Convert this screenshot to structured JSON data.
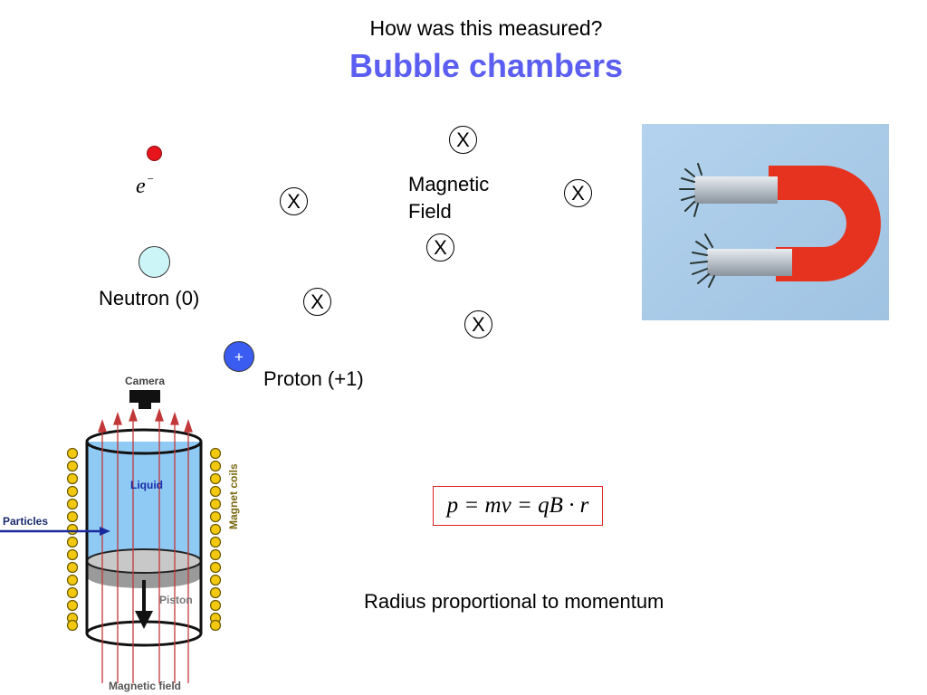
{
  "header": {
    "subtitle": "How was this measured?",
    "title": "Bubble chambers"
  },
  "particles": {
    "electron_symbol": "e",
    "electron_charge": "−",
    "neutron_label": "Neutron (0)",
    "proton_symbol": "+",
    "proton_label": "Proton (+1)"
  },
  "field": {
    "label_line1": "Magnetic",
    "label_line2": "Field",
    "into_page_symbol": "X"
  },
  "formula": "p = mv = qB · r",
  "caption": "Radius proportional to momentum",
  "diagram": {
    "camera": "Camera",
    "liquid": "Liquid",
    "particles": "Particles",
    "piston": "Piston",
    "magnet_coils": "Magnet coils",
    "magnetic_field": "Magnetic field"
  },
  "colors": {
    "title": "#5b5ef0",
    "electron": "#e8141c",
    "neutron": "#ccf5f8",
    "proton": "#3a5cf0",
    "formula_border": "#e02020",
    "magnet_red": "#e6331f",
    "photo_background": "#a9cbe8"
  }
}
